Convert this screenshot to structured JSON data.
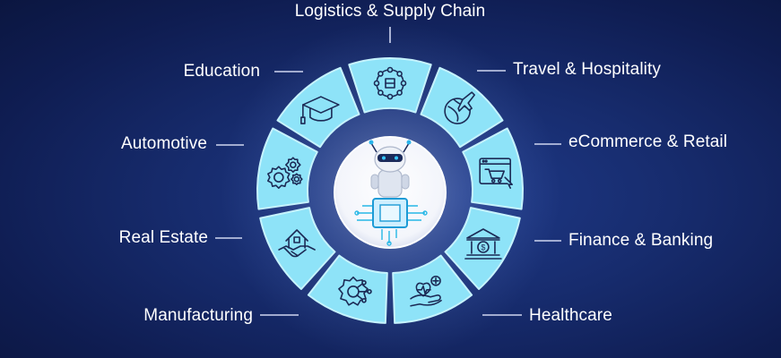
{
  "diagram": {
    "segments": [
      {
        "id": "logistics",
        "label": "Logistics & Supply Chain",
        "icon": "logistics-network-icon"
      },
      {
        "id": "travel",
        "label": "Travel & Hospitality",
        "icon": "travel-globe-plane-icon"
      },
      {
        "id": "ecommerce",
        "label": "eCommerce & Retail",
        "icon": "shopping-cart-browser-icon"
      },
      {
        "id": "finance",
        "label": "Finance & Banking",
        "icon": "bank-building-icon"
      },
      {
        "id": "healthcare",
        "label": "Healthcare",
        "icon": "hand-heart-icon"
      },
      {
        "id": "manufacturing",
        "label": "Manufacturing",
        "icon": "gear-circuit-icon"
      },
      {
        "id": "realestate",
        "label": "Real Estate",
        "icon": "house-handshake-icon"
      },
      {
        "id": "automotive",
        "label": "Automotive",
        "icon": "gears-icon"
      },
      {
        "id": "education",
        "label": "Education",
        "icon": "graduation-cap-icon"
      }
    ],
    "center": {
      "icon": "ai-robot-chip-icon"
    },
    "colors": {
      "background": "#0f1d52",
      "tile": "#8ee3f8",
      "tile_edge": "#c6f3fd",
      "icon_stroke": "#1c2a55",
      "label": "#ffffff",
      "connector": "#cfd6f0"
    }
  }
}
